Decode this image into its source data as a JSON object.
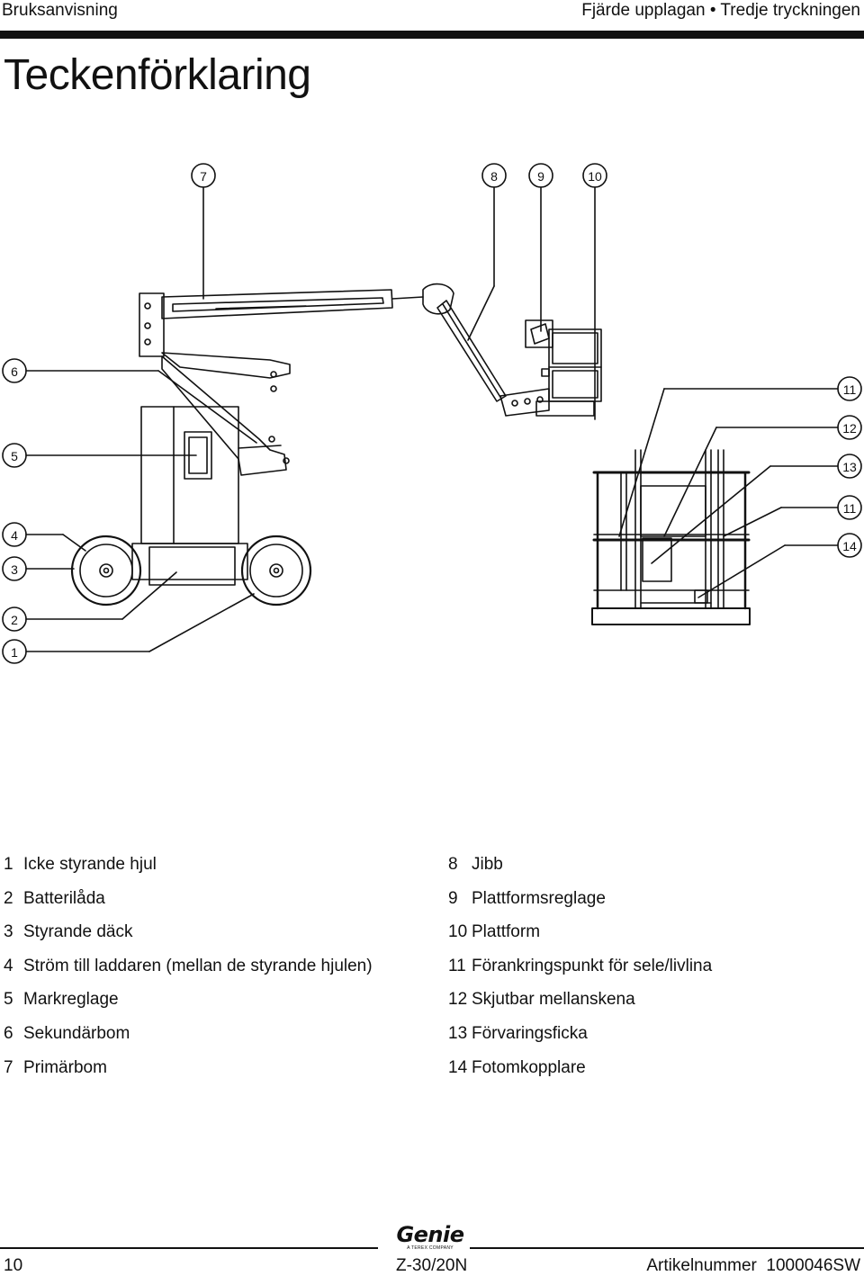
{
  "header": {
    "left": "Bruksanvisning",
    "right": "Fjärde upplagan • Tredje tryckningen"
  },
  "title": "Teckenförklaring",
  "callouts": [
    "7",
    "8",
    "9",
    "10",
    "6",
    "5",
    "4",
    "3",
    "2",
    "1",
    "11",
    "12",
    "13",
    "11",
    "14"
  ],
  "legend_left": [
    {
      "num": "1",
      "text": "Icke styrande hjul"
    },
    {
      "num": "2",
      "text": "Batterilåda"
    },
    {
      "num": "3",
      "text": "Styrande däck"
    },
    {
      "num": "4",
      "text": "Ström till laddaren (mellan de styrande hjulen)"
    },
    {
      "num": "5",
      "text": "Markreglage"
    },
    {
      "num": "6",
      "text": "Sekundärbom"
    },
    {
      "num": "7",
      "text": "Primärbom"
    }
  ],
  "legend_right": [
    {
      "num": "8",
      "text": "Jibb"
    },
    {
      "num": "9",
      "text": "Plattformsreglage"
    },
    {
      "num": "10",
      "text": "Plattform"
    },
    {
      "num": "11",
      "text": "Förankringspunkt för sele/livlina"
    },
    {
      "num": "12",
      "text": "Skjutbar mellanskena"
    },
    {
      "num": "13",
      "text": "Förvaringsficka"
    },
    {
      "num": "14",
      "text": "Fotomkopplare"
    }
  ],
  "footer": {
    "page": "10",
    "model": "Z-30/20N",
    "part_label": "Artikelnummer",
    "part_number": "1000046SW",
    "logo_text": "Genie",
    "logo_subtext": "A TEREX COMPANY"
  }
}
